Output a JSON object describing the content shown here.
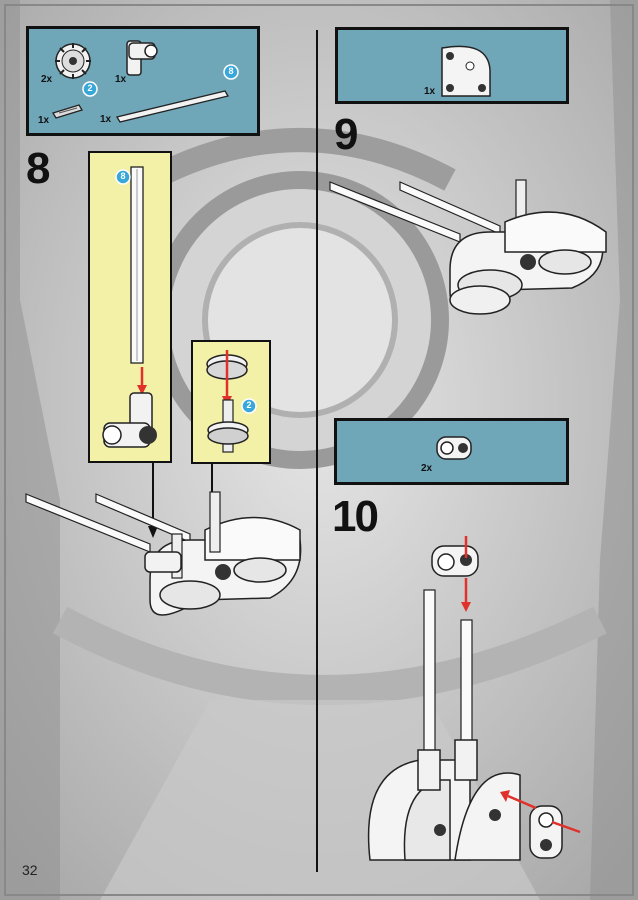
{
  "page_number": "32",
  "steps": [
    {
      "number": "8",
      "parts": [
        {
          "quantity": "2x",
          "part": "gear-icon"
        },
        {
          "quantity": "1x",
          "part": "angle-connector-icon"
        },
        {
          "quantity": "1x",
          "part": "axle-2-icon",
          "length": "2"
        },
        {
          "quantity": "1x",
          "part": "axle-8-icon",
          "length": "8"
        }
      ],
      "callouts": [
        {
          "part": "axle-8-icon",
          "length": "8"
        },
        {
          "part": "gear-icon",
          "length": "2"
        }
      ]
    },
    {
      "number": "9",
      "parts": [
        {
          "quantity": "1x",
          "part": "quarter-round-beam-icon"
        }
      ]
    },
    {
      "number": "10",
      "parts": [
        {
          "quantity": "2x",
          "part": "cross-block-icon"
        }
      ]
    }
  ],
  "colors": {
    "parts_panel": "#6fa6b8",
    "callout": "#f3f0a8",
    "arrow": "#e0312b",
    "length_badge": "#39a7d8"
  }
}
